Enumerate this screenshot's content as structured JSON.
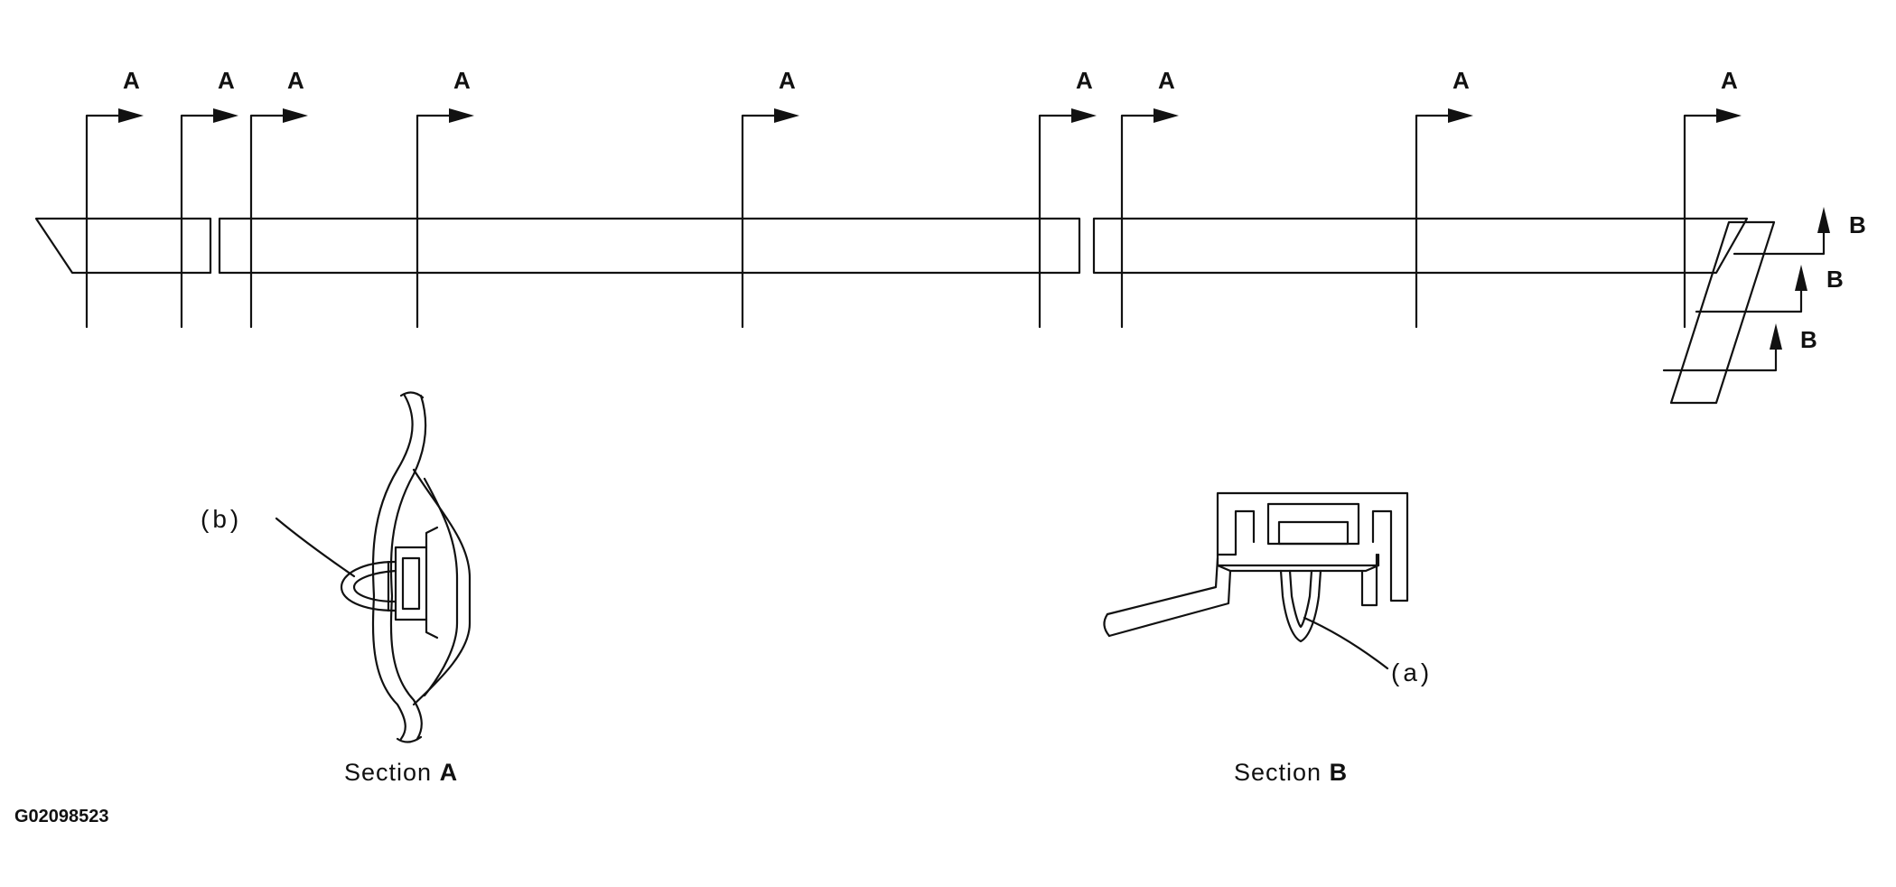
{
  "section_marker_letter_a": "A",
  "section_marker_letter_b": "B",
  "section_a_caption": {
    "prefix": "Section ",
    "letter": "A"
  },
  "section_b_caption": {
    "prefix": "Section ",
    "letter": "B"
  },
  "callout_a": "(a)",
  "callout_b": "(b)",
  "figure_code": "G02098523"
}
